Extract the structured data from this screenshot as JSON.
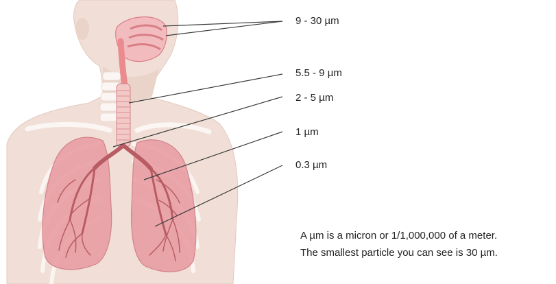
{
  "labels": {
    "nose": "9 - 30 µm",
    "trachea": "5.5 - 9 µm",
    "bronchi": "2 - 5 µm",
    "bronchioles": "1 µm",
    "alveoli": "0.3 µm"
  },
  "note": {
    "line1": "A µm is a micron or 1/1,000,000 of a meter.",
    "line2": "The smallest particle you can see is 30 µm."
  },
  "colors": {
    "skin": "#f1dfd7",
    "bone": "#fbf6f3",
    "lung": "#e9a0a6",
    "airway": "#e98b8f",
    "leader": "#3a3a3a"
  }
}
